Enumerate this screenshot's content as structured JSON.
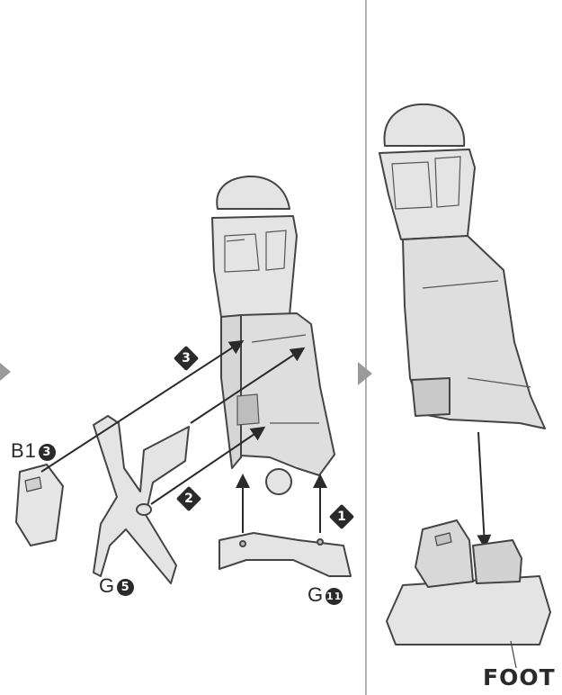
{
  "colors": {
    "part_fill": "#e4e4e4",
    "part_shade": "#cfcfcf",
    "outline": "#444444",
    "ink": "#2a2a2a"
  },
  "steps": [
    {
      "number": "1"
    },
    {
      "number": "2"
    },
    {
      "number": "3"
    }
  ],
  "parts": {
    "b1": {
      "runner": "B1",
      "number": "3"
    },
    "g5": {
      "runner": "G",
      "number": "5"
    },
    "g11": {
      "runner": "G",
      "number": "11"
    }
  },
  "result_label": "FOOT",
  "icons": [
    "step-arrow-icon",
    "step-diamond-icon",
    "connection-arrow-icon"
  ]
}
